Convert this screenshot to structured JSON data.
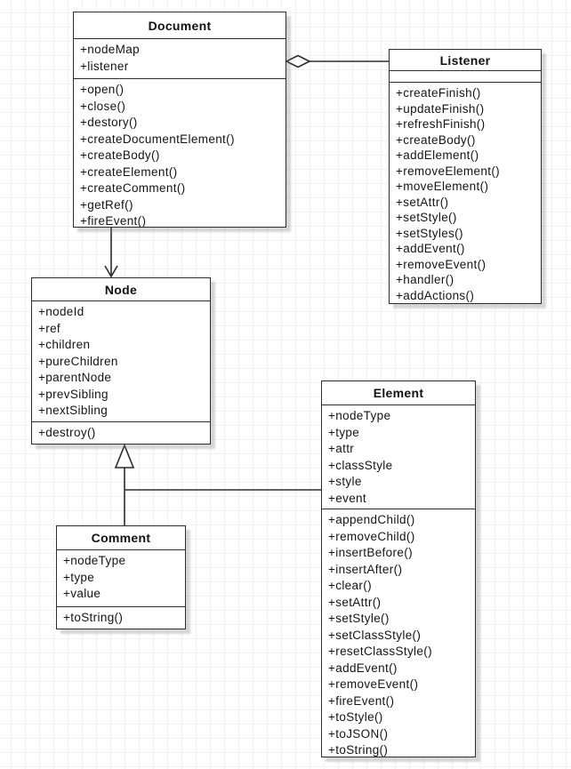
{
  "canvas": {
    "background_color": "#ffffff",
    "grid_color": "#f4f1f1",
    "stroke_color": "#2d2d2d"
  },
  "classes": [
    {
      "name": "Document",
      "attributes": [
        "+nodeMap",
        "+listener"
      ],
      "methods": [
        "+open()",
        "+close()",
        "+destory()",
        "+createDocumentElement()",
        "+createBody()",
        "+createElement()",
        "+createComment()",
        "+getRef()",
        "+fireEvent()"
      ]
    },
    {
      "name": "Listener",
      "attributes": [],
      "methods": [
        "+createFinish()",
        "+updateFinish()",
        "+refreshFinish()",
        "+createBody()",
        "+addElement()",
        "+removeElement()",
        "+moveElement()",
        "+setAttr()",
        "+setStyle()",
        "+setStyles()",
        "+addEvent()",
        "+removeEvent()",
        "+handler()",
        "+addActions()"
      ]
    },
    {
      "name": "Node",
      "attributes": [
        "+nodeId",
        "+ref",
        "+children",
        "+pureChildren",
        "+parentNode",
        "+prevSibling",
        "+nextSibling"
      ],
      "methods": [
        "+destroy()"
      ]
    },
    {
      "name": "Element",
      "attributes": [
        "+nodeType",
        "+type",
        "+attr",
        "+classStyle",
        "+style",
        "+event"
      ],
      "methods": [
        "+appendChild()",
        "+removeChild()",
        "+insertBefore()",
        "+insertAfter()",
        "+clear()",
        "+setAttr()",
        "+setStyle()",
        "+setClassStyle()",
        "+resetClassStyle()",
        "+addEvent()",
        "+removeEvent()",
        "+fireEvent()",
        "+toStyle()",
        "+toJSON()",
        "+toString()"
      ]
    },
    {
      "name": "Comment",
      "attributes": [
        "+nodeType",
        "+type",
        "+value"
      ],
      "methods": [
        "+toString()"
      ]
    }
  ],
  "relations": [
    {
      "type": "aggregation",
      "whole": "Document",
      "part": "Listener"
    },
    {
      "type": "directed-association",
      "from": "Document",
      "to": "Node"
    },
    {
      "type": "generalization",
      "parent": "Node",
      "child": "Comment"
    },
    {
      "type": "generalization",
      "parent": "Node",
      "child": "Element"
    }
  ]
}
